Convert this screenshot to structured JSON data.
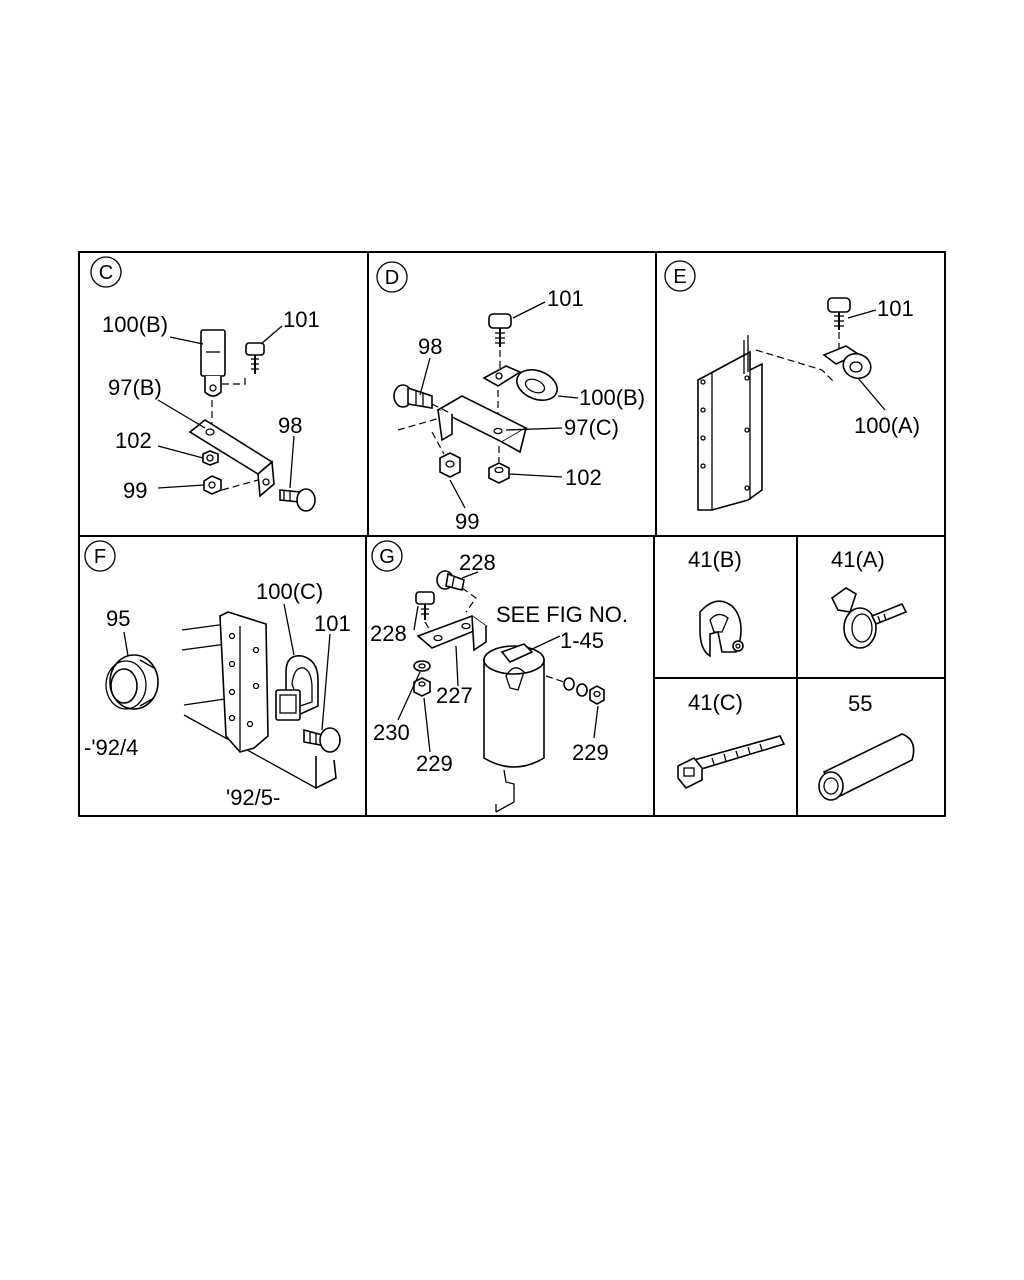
{
  "panels": [
    {
      "id": "C",
      "labels": [
        "100(B)",
        "101",
        "97(B)",
        "98",
        "102",
        "99"
      ]
    },
    {
      "id": "D",
      "labels": [
        "101",
        "98",
        "100(B)",
        "97(C)",
        "102",
        "99"
      ]
    },
    {
      "id": "E",
      "labels": [
        "101",
        "100(A)"
      ]
    },
    {
      "id": "F",
      "labels": [
        "95",
        "100(C)",
        "101",
        "-'92/4",
        "'92/5-"
      ]
    },
    {
      "id": "G",
      "labels": [
        "228",
        "228",
        "SEE FIG NO.",
        "1-45",
        "227",
        "230",
        "229",
        "229"
      ]
    },
    {
      "id": "41B",
      "labels": [
        "41(B)"
      ]
    },
    {
      "id": "41A",
      "labels": [
        "41(A)"
      ]
    },
    {
      "id": "41C",
      "labels": [
        "41(C)"
      ]
    },
    {
      "id": "55",
      "labels": [
        "55"
      ]
    }
  ]
}
